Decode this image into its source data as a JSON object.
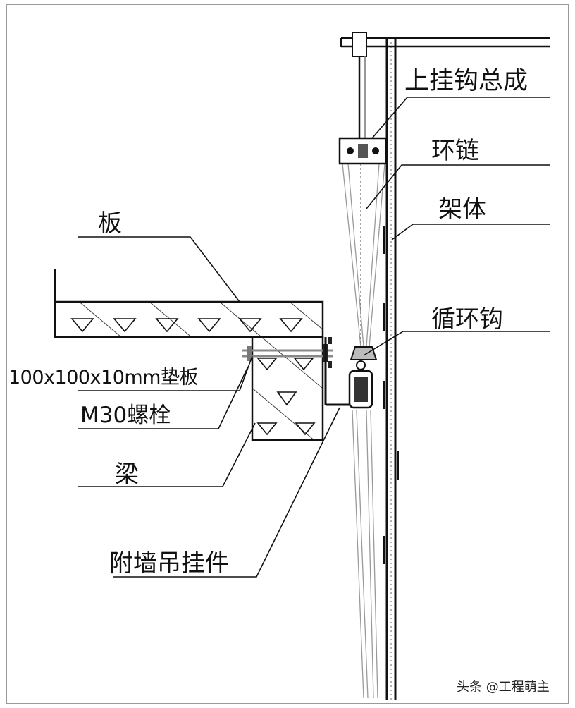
{
  "labels": {
    "upper_hook_assembly": "上挂钩总成",
    "ring_chain": "环链",
    "frame_body": "架体",
    "slab": "板",
    "cycle_hook": "循环钩",
    "pad_plate": "100x100x10mm垫板",
    "bolt": "M30螺栓",
    "beam": "梁",
    "wall_hanger": "附墙吊挂件"
  },
  "watermark": "头条 @工程萌主",
  "colors": {
    "line": "#111111",
    "chain": "#9a9a9a",
    "frame_border": "#9a9a9a"
  }
}
